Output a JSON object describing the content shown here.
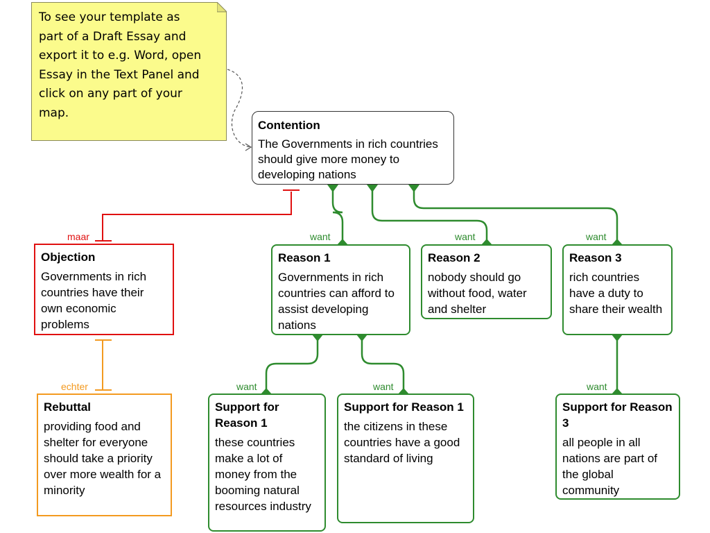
{
  "note": {
    "lines": [
      "To see your template as",
      "part of a Draft Essay and",
      "export it to e.g. Word, open",
      "Essay in the Text Panel and",
      "click on any part of your",
      "map."
    ]
  },
  "contention": {
    "title": "Contention",
    "text": "The Governments in rich countries should give more money to developing nations"
  },
  "objection": {
    "title": "Objection",
    "text": "Governments in rich countries have their own economic problems",
    "connector": "maar"
  },
  "rebuttal": {
    "title": "Rebuttal",
    "text": "providing food and shelter for everyone should take a priority over more wealth for a minority",
    "connector": "echter"
  },
  "reason1": {
    "title": "Reason 1",
    "text": "Governments in rich countries can afford to assist developing nations",
    "connector": "want"
  },
  "reason2": {
    "title": "Reason 2",
    "text": "nobody should go without food, water and shelter",
    "connector": "want"
  },
  "reason3": {
    "title": "Reason 3",
    "text": "rich countries have a duty to share their wealth",
    "connector": "want"
  },
  "support1a": {
    "title": "Support for Reason 1",
    "text": "these countries make a lot of money from the booming natural resources industry",
    "connector": "want"
  },
  "support1b": {
    "title": "Support for Reason 1",
    "text": "the citizens in these countries have a good standard of living",
    "connector": "want"
  },
  "support3": {
    "title": "Support for Reason 3",
    "text": "all people in all nations are part of the global community",
    "connector": "want"
  },
  "colors": {
    "support_link": "#2e8b2e",
    "objection_link": "#e01010",
    "rebuttal_link": "#f39a20",
    "note_background": "#fbfb8c"
  }
}
